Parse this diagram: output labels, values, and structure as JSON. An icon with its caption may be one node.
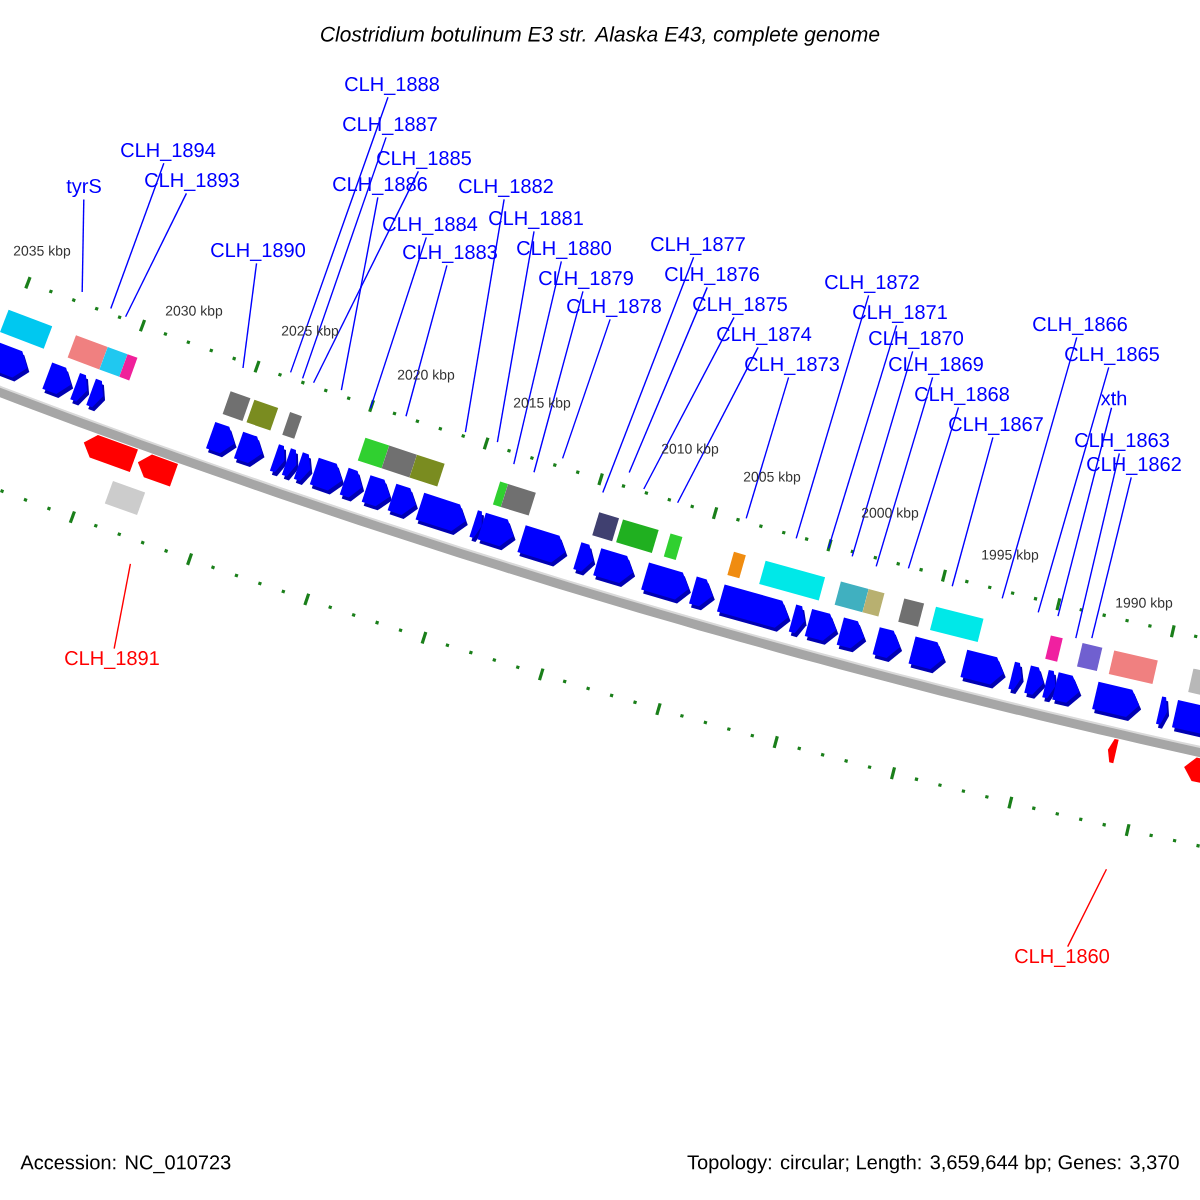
{
  "diagram": {
    "title": "Clostridium botulinum E3 str. Alaska E43, complete genome",
    "nodes": [
      {
        "text": [
          "tyrS"
        ]
      },
      {
        "text": [
          "CLH_1894"
        ]
      },
      {
        "text": [
          "CLH_1893"
        ]
      },
      {
        "text": [
          "CLH_1890"
        ]
      },
      {
        "text": [
          "CLH_1888"
        ]
      },
      {
        "text": [
          "CLH_1887"
        ]
      },
      {
        "text": [
          "CLH_1885"
        ]
      },
      {
        "text": [
          "CLH_1886"
        ]
      },
      {
        "text": [
          "CLH_1884"
        ]
      },
      {
        "text": [
          "CLH_1883"
        ]
      },
      {
        "text": [
          "CLH_1882"
        ]
      },
      {
        "text": [
          "CLH_1881"
        ]
      },
      {
        "text": [
          "CLH_1880"
        ]
      },
      {
        "text": [
          "CLH_1879"
        ]
      },
      {
        "text": [
          "CLH_1878"
        ]
      },
      {
        "text": [
          "CLH_1877"
        ]
      },
      {
        "text": [
          "CLH_1876"
        ]
      },
      {
        "text": [
          "CLH_1875"
        ]
      },
      {
        "text": [
          "CLH_1874"
        ]
      },
      {
        "text": [
          "CLH_1873"
        ]
      },
      {
        "text": [
          "CLH_1872"
        ]
      },
      {
        "text": [
          "CLH_1871"
        ]
      },
      {
        "text": [
          "CLH_1870"
        ]
      },
      {
        "text": [
          "CLH_1869"
        ]
      },
      {
        "text": [
          "CLH_1868"
        ]
      },
      {
        "text": [
          "CLH_1867"
        ]
      },
      {
        "text": [
          "CLH_1866"
        ]
      },
      {
        "text": [
          "CLH_1865"
        ]
      },
      {
        "text": [
          "xth"
        ]
      },
      {
        "text": [
          "CLH_1863"
        ]
      },
      {
        "text": [
          "CLH_1862"
        ]
      },
      {
        "text": [
          "CLH_1891"
        ]
      },
      {
        "text": [
          "CLH_1860"
        ]
      }
    ],
    "edges": [
      {
        "from": 0,
        "to": null,
        "arrow": "none"
      },
      {
        "from": 1,
        "to": null,
        "arrow": "none"
      },
      {
        "from": 2,
        "to": null,
        "arrow": "none"
      },
      {
        "from": 3,
        "to": null,
        "arrow": "none"
      },
      {
        "from": 4,
        "to": null,
        "arrow": "none"
      },
      {
        "from": 5,
        "to": null,
        "arrow": "none"
      },
      {
        "from": 6,
        "to": null,
        "arrow": "none"
      },
      {
        "from": 7,
        "to": null,
        "arrow": "none"
      },
      {
        "from": 8,
        "to": null,
        "arrow": "none"
      },
      {
        "from": 9,
        "to": null,
        "arrow": "none"
      },
      {
        "from": 10,
        "to": null,
        "arrow": "none"
      },
      {
        "from": 11,
        "to": null,
        "arrow": "none"
      },
      {
        "from": 12,
        "to": null,
        "arrow": "none"
      },
      {
        "from": 13,
        "to": null,
        "arrow": "none"
      },
      {
        "from": 14,
        "to": null,
        "arrow": "none"
      },
      {
        "from": 15,
        "to": null,
        "arrow": "none"
      },
      {
        "from": 16,
        "to": null,
        "arrow": "none"
      },
      {
        "from": 17,
        "to": null,
        "arrow": "none"
      },
      {
        "from": 18,
        "to": null,
        "arrow": "none"
      },
      {
        "from": 19,
        "to": null,
        "arrow": "none"
      },
      {
        "from": 20,
        "to": null,
        "arrow": "none"
      },
      {
        "from": 21,
        "to": null,
        "arrow": "none"
      },
      {
        "from": 22,
        "to": null,
        "arrow": "none"
      },
      {
        "from": 23,
        "to": null,
        "arrow": "none"
      },
      {
        "from": 24,
        "to": null,
        "arrow": "none"
      },
      {
        "from": 25,
        "to": null,
        "arrow": "none"
      },
      {
        "from": 26,
        "to": null,
        "arrow": "none"
      },
      {
        "from": 27,
        "to": null,
        "arrow": "none"
      },
      {
        "from": 28,
        "to": null,
        "arrow": "none"
      },
      {
        "from": 29,
        "to": null,
        "arrow": "none"
      },
      {
        "from": 30,
        "to": null,
        "arrow": "none"
      },
      {
        "from": 31,
        "to": null,
        "arrow": "none",
        "color": "#ff0000"
      },
      {
        "from": 32,
        "to": null,
        "arrow": "none",
        "color": "#ff0000"
      }
    ],
    "labels": [
      "2035 kbp",
      "2030 kbp",
      "2025 kbp",
      "2020 kbp",
      "2015 kbp",
      "2010 kbp",
      "2005 kbp",
      "2000 kbp",
      "1995 kbp",
      "1990 kbp",
      "Accession: NC_010723",
      "Topology: circular; Length: 3,659,644 bp; Genes: 3,370"
    ]
  }
}
